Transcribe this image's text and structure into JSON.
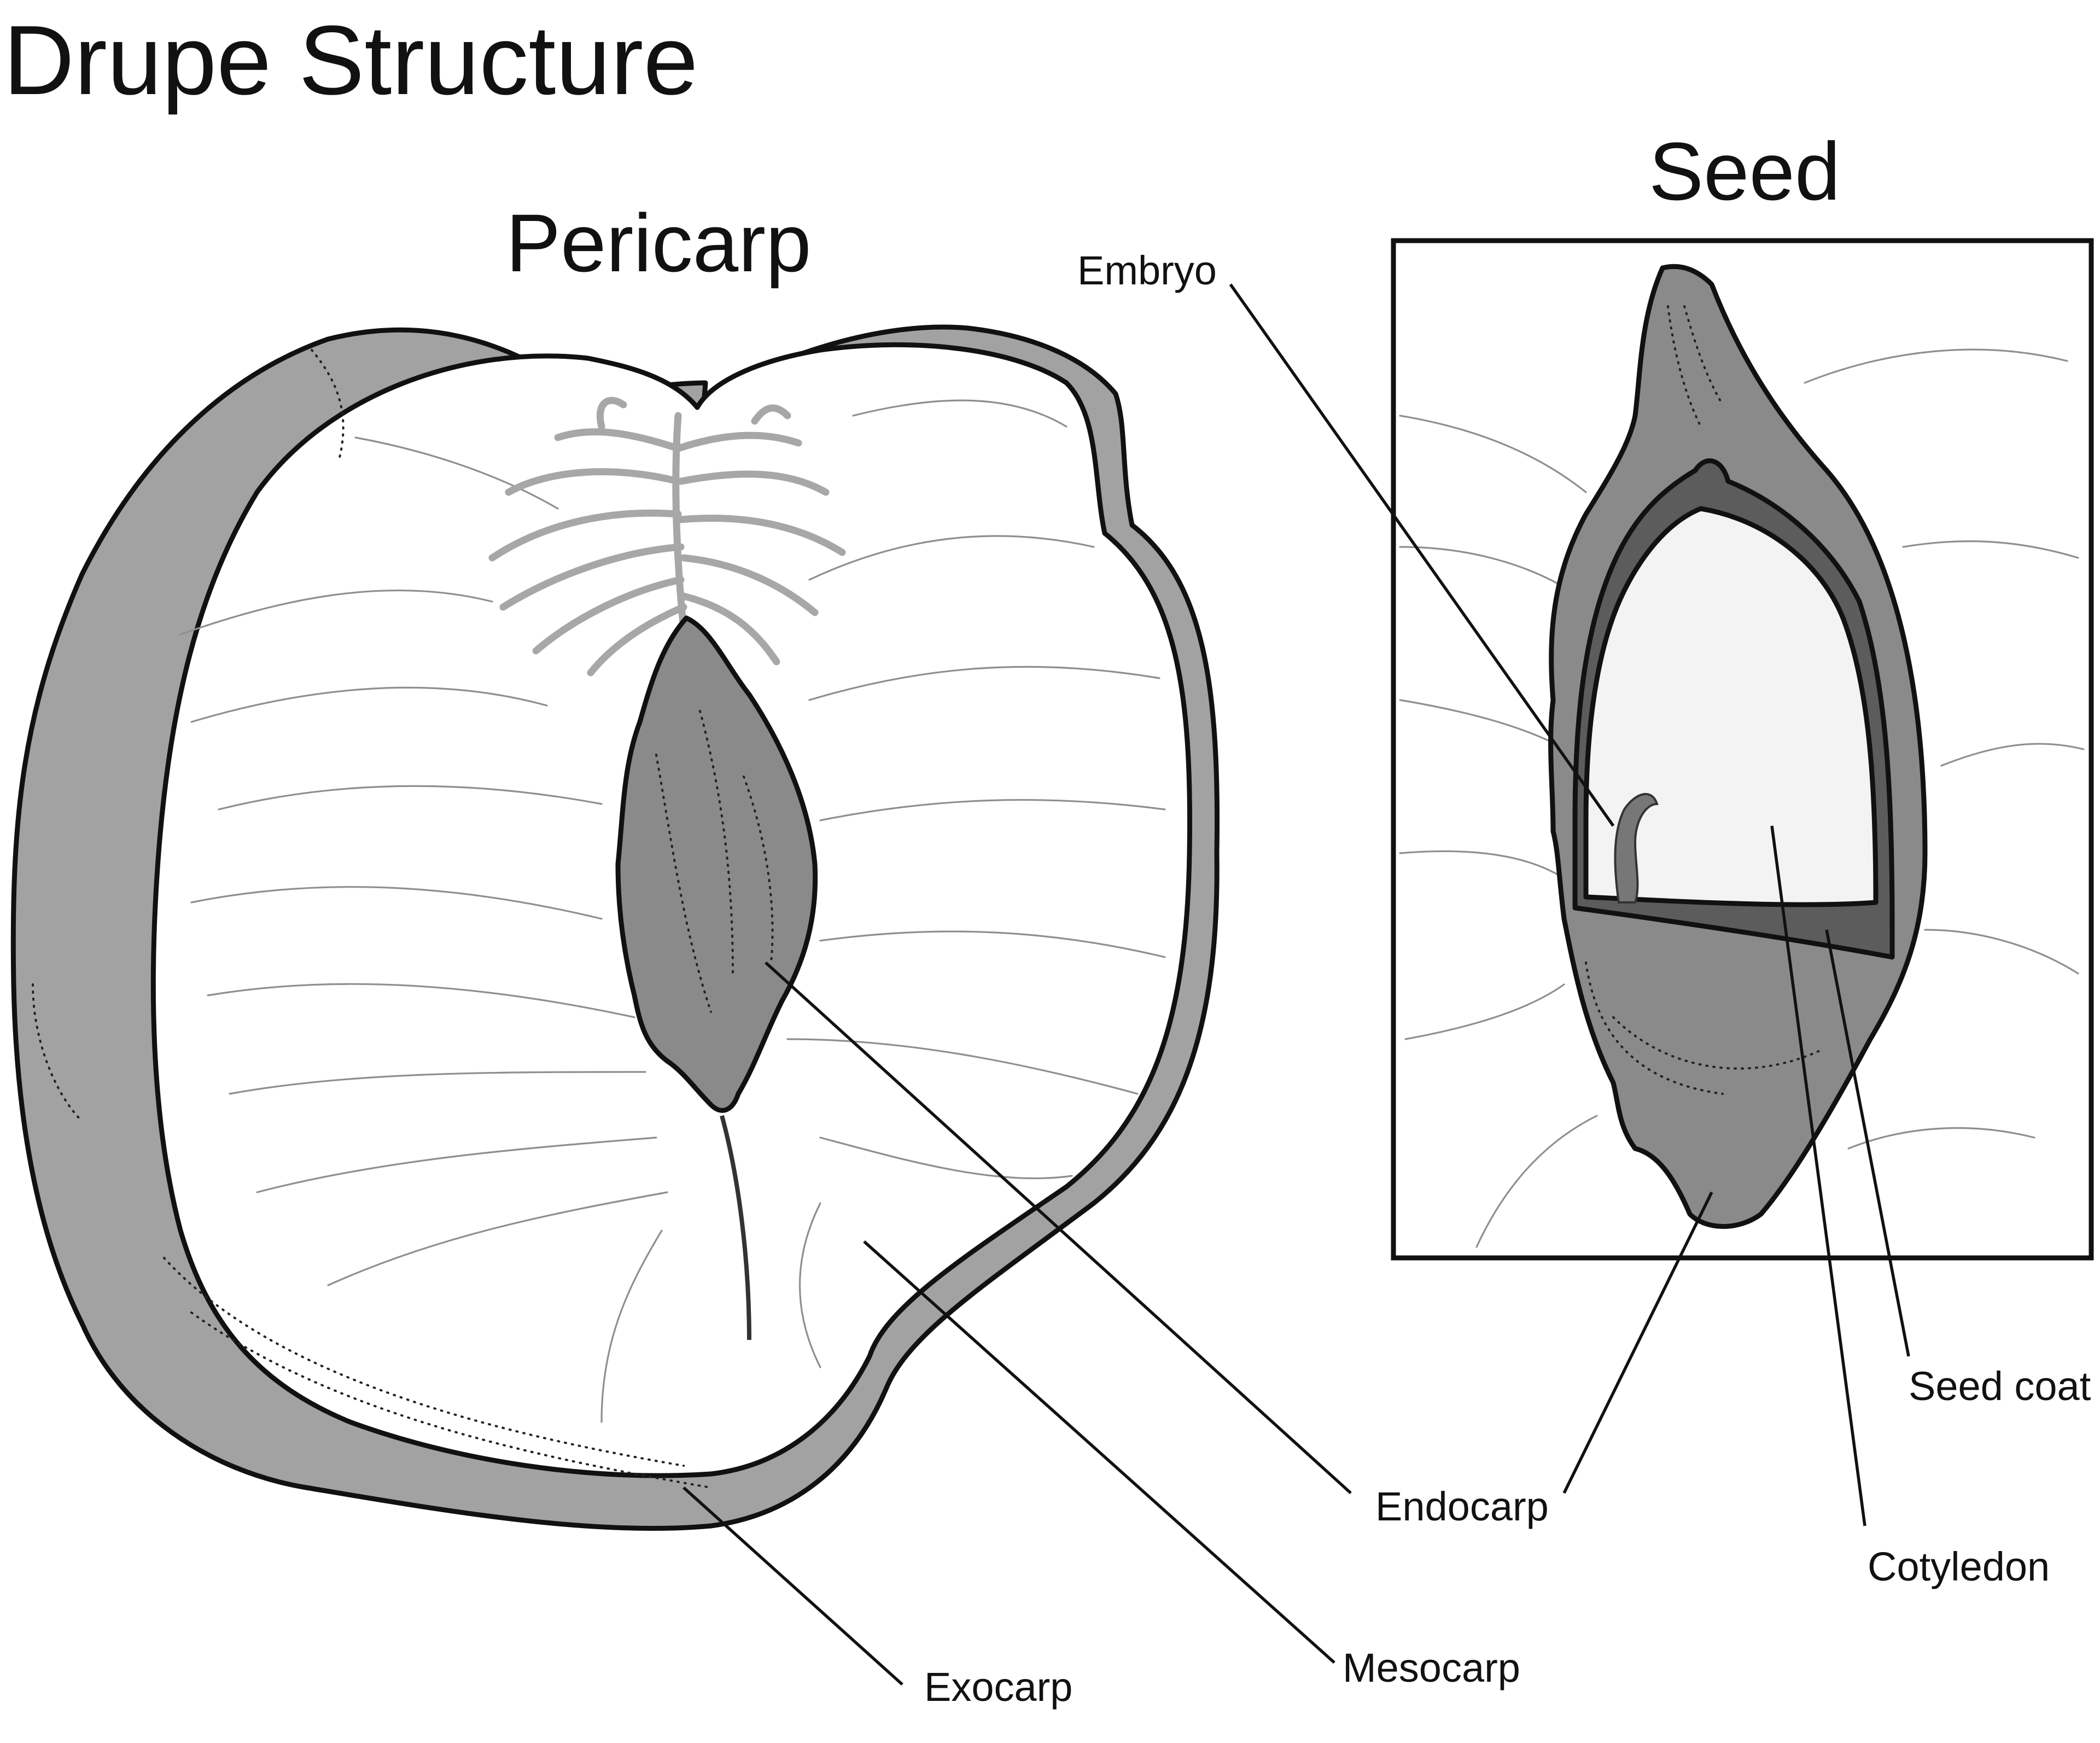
{
  "title": "Drupe Structure",
  "headings": {
    "pericarp": "Pericarp",
    "seed": "Seed"
  },
  "labels": {
    "embryo": "Embryo",
    "endocarp": "Endocarp",
    "mesocarp": "Mesocarp",
    "exocarp": "Exocarp",
    "seed_coat": "Seed coat",
    "cotyledon": "Cotyledon"
  },
  "colors": {
    "ink": "#111111",
    "exocarp_fill": "#a2a2a2",
    "endocarp_fill": "#8a8a8a",
    "mesocarp_fill": "#ffffff",
    "cotyledon_fill": "#f3f3f3",
    "seed_coat_fill": "#5c5c5c",
    "fibers": "#a7a7a7"
  }
}
